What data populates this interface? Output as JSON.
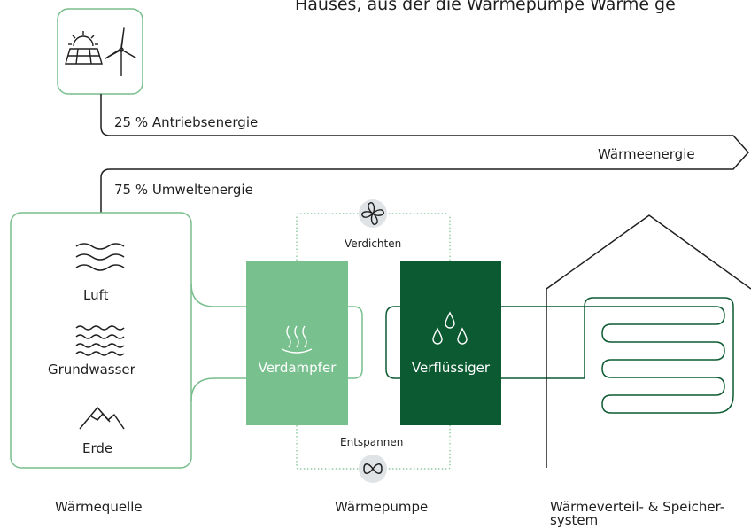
{
  "header_fragment": "Hauses, aus der die Wärmepumpe Wärme ge",
  "energy": {
    "drive_energy": "25 % Antriebsenergie",
    "heat_energy": "Wärmeenergie",
    "ambient_energy": "75 % Umweltenergie"
  },
  "sources": {
    "air": "Luft",
    "groundwater": "Grundwasser",
    "earth": "Erde"
  },
  "pump": {
    "compress": "Verdichten",
    "evaporator": "Verdampfer",
    "condenser": "Verflüssiger",
    "expand": "Entspannen"
  },
  "captions": {
    "heat_source": "Wärmequelle",
    "heat_pump": "Wärmepumpe",
    "distribution": "Wärmeverteil- & Speicher-",
    "distribution_line2": "system"
  },
  "colors": {
    "green_line": "#78be8c",
    "evaporator_fill": "#78c08e",
    "condenser_fill": "#0c5a32",
    "dark": "#1f1f1f"
  }
}
